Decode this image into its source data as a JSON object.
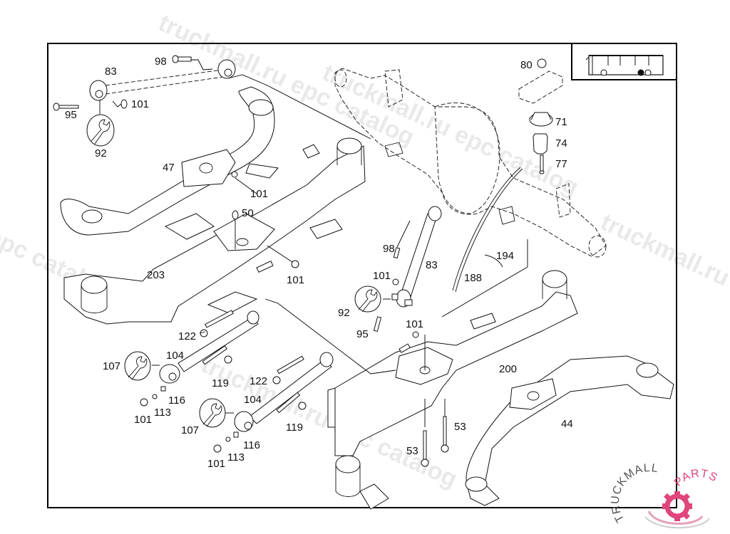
{
  "diagram": {
    "title": "Rear axle suspension / axle carrier exploded parts view",
    "vehicle_icon": "bus-side-view-icon",
    "callouts": [
      {
        "id": "c98a",
        "label": "98",
        "part": "bolt"
      },
      {
        "id": "c83a",
        "label": "83",
        "part": "upper-control-arm"
      },
      {
        "id": "c101a",
        "label": "101",
        "part": "nut"
      },
      {
        "id": "c95a",
        "label": "95",
        "part": "bolt"
      },
      {
        "id": "c92a",
        "label": "92",
        "part": "tightening-torque-symbol"
      },
      {
        "id": "c47",
        "label": "47",
        "part": "cross-member-arm"
      },
      {
        "id": "c101b",
        "label": "101",
        "part": "nut"
      },
      {
        "id": "c50",
        "label": "50",
        "part": "pin"
      },
      {
        "id": "c203",
        "label": "203",
        "part": "axle-carrier-left"
      },
      {
        "id": "c101c",
        "label": "101",
        "part": "nut"
      },
      {
        "id": "c80",
        "label": "80",
        "part": "nut"
      },
      {
        "id": "c71",
        "label": "71",
        "part": "bump-stop-cap"
      },
      {
        "id": "c74",
        "label": "74",
        "part": "bump-stop"
      },
      {
        "id": "c77",
        "label": "77",
        "part": "screw"
      },
      {
        "id": "c98b",
        "label": "98",
        "part": "bolt"
      },
      {
        "id": "c83b",
        "label": "83",
        "part": "control-arm"
      },
      {
        "id": "c101d",
        "label": "101",
        "part": "nut"
      },
      {
        "id": "c92b",
        "label": "92",
        "part": "tightening-torque-symbol"
      },
      {
        "id": "c95b",
        "label": "95",
        "part": "bolt"
      },
      {
        "id": "c101e",
        "label": "101",
        "part": "nut"
      },
      {
        "id": "c188",
        "label": "188",
        "part": "hose"
      },
      {
        "id": "c194",
        "label": "194",
        "part": "cable-tie"
      },
      {
        "id": "c122a",
        "label": "122",
        "part": "bolt"
      },
      {
        "id": "c104a",
        "label": "104",
        "part": "lower-control-arm"
      },
      {
        "id": "c107a",
        "label": "107",
        "part": "tightening-torque-symbol"
      },
      {
        "id": "c119a",
        "label": "119",
        "part": "bolt"
      },
      {
        "id": "c116a",
        "label": "116",
        "part": "washer-plate"
      },
      {
        "id": "c113a",
        "label": "113",
        "part": "washer"
      },
      {
        "id": "c101f",
        "label": "101",
        "part": "nut"
      },
      {
        "id": "c122b",
        "label": "122",
        "part": "bolt"
      },
      {
        "id": "c104b",
        "label": "104",
        "part": "lower-control-arm"
      },
      {
        "id": "c107b",
        "label": "107",
        "part": "tightening-torque-symbol"
      },
      {
        "id": "c119b",
        "label": "119",
        "part": "bolt"
      },
      {
        "id": "c116b",
        "label": "116",
        "part": "washer-plate"
      },
      {
        "id": "c113b",
        "label": "113",
        "part": "washer"
      },
      {
        "id": "c101g",
        "label": "101",
        "part": "nut"
      },
      {
        "id": "c200",
        "label": "200",
        "part": "axle-carrier-right"
      },
      {
        "id": "c53a",
        "label": "53",
        "part": "bolt"
      },
      {
        "id": "c53b",
        "label": "53",
        "part": "bolt"
      },
      {
        "id": "c44",
        "label": "44",
        "part": "cross-member-arm"
      }
    ]
  },
  "watermarks": [
    "truckmall.ru epc catalog",
    "truckmall.ru epc catalog",
    "epc catalog",
    "truckmall.ru e",
    "truckmall.ru epc catalog"
  ],
  "logo": {
    "text_left": "TRUCKMALL",
    "text_right": "PARTS",
    "icon": "gear-logo-icon",
    "accent_color": "#e0457b",
    "text_color": "#555555"
  }
}
